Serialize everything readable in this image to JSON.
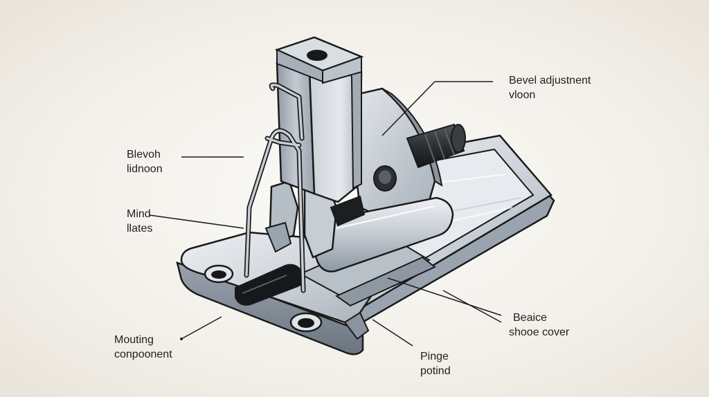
{
  "diagram": {
    "labels": {
      "bevel_adjustment": {
        "line1": "Bevel adjustnent",
        "line2": "vloon"
      },
      "blevoh": {
        "line1": "Blevoh",
        "line2": "lidnoon"
      },
      "mind": {
        "line1": "Mind",
        "line2": "llates"
      },
      "mounting": {
        "line1": "Mouting",
        "line2": "conpoonent"
      },
      "pinge": {
        "line1": "Pinge",
        "line2": "potind"
      },
      "beaice": {
        "line1": "Beaice",
        "line2": "shooe cover"
      }
    },
    "colors": {
      "outline": "#1a1a1a",
      "metal_light": "#dfe4e9",
      "metal_mid": "#b9c1c9",
      "metal_dark": "#7f8a95",
      "accent_dark": "#2b2f33",
      "background": "#f6f4ef"
    }
  }
}
